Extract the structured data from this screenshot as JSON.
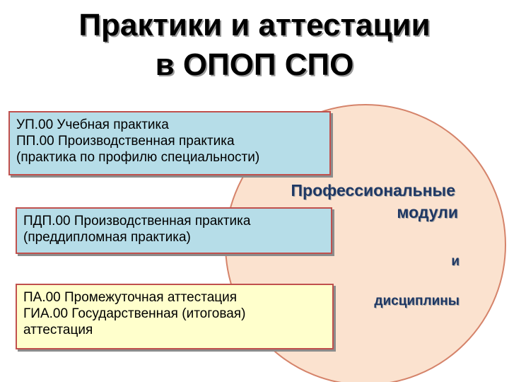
{
  "title": {
    "line1": "Практики и аттестации",
    "line2": "в ОПОП СПО"
  },
  "boxes": [
    {
      "lines": [
        "УП.00 Учебная практика",
        "ПП.00 Производственная практика",
        "(практика по профилю специальности)"
      ]
    },
    {
      "lines": [
        "ПДП.00 Производственная практика",
        "(преддипломная практика)"
      ]
    },
    {
      "lines": [
        "ПА.00 Промежуточная аттестация",
        "ГИА.00 Государственная (итоговая)",
        "аттестация"
      ]
    }
  ],
  "circle": {
    "lines": [
      "Профессиональные",
      "модули",
      "и",
      "дисциплины"
    ]
  },
  "colors": {
    "circle_fill": "#fbe2cf",
    "circle_border": "#d5836a",
    "blue_box": "#b6dde8",
    "yellow_box": "#ffffcc",
    "box_border": "#c0504d",
    "circle_text": "#1f3864"
  }
}
